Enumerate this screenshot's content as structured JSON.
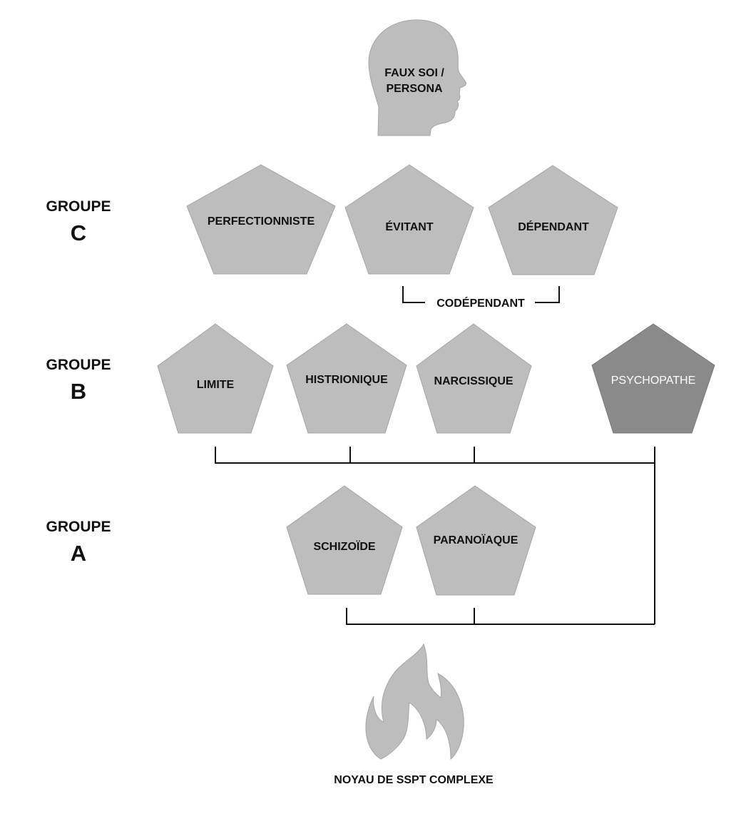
{
  "colors": {
    "shape_fill": "#bdbdbd",
    "shape_stroke": "#a6a6a6",
    "dark_shape_fill": "#8a8a8a",
    "line": "#111111",
    "text": "#111111",
    "light_text": "#ffffff"
  },
  "head": {
    "icon": "head-silhouette-icon",
    "label_line1": "FAUX SOI /",
    "label_line2": "PERSONA"
  },
  "groups": {
    "c": {
      "word": "GROUPE",
      "letter": "C"
    },
    "b": {
      "word": "GROUPE",
      "letter": "B"
    },
    "a": {
      "word": "GROUPE",
      "letter": "A"
    }
  },
  "group_c": {
    "perfectionniste": "PERFECTIONNISTE",
    "evitant": "ÉVITANT",
    "dependant": "DÉPENDANT",
    "codependant": "CODÉPENDANT"
  },
  "group_b": {
    "limite": "LIMITE",
    "histrionique": "HISTRIONIQUE",
    "narcissique": "NARCISSIQUE",
    "psychopathe": "PSYCHOPATHE"
  },
  "group_a": {
    "schizoide": "SCHIZOÏDE",
    "paranoiaque": "PARANOÏAQUE"
  },
  "core": {
    "icon": "flame-icon",
    "label": "NOYAU DE SSPT COMPLEXE"
  }
}
